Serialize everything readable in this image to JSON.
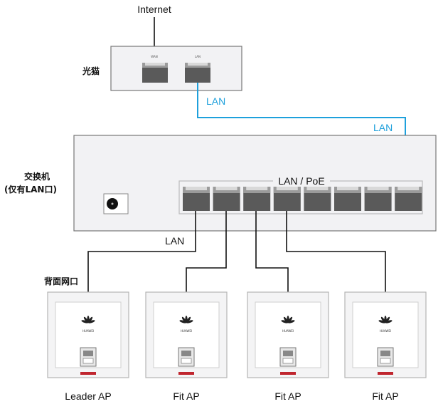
{
  "internet_label": "Internet",
  "modem": {
    "label": "光猫",
    "wan_port_label": "WAN",
    "lan_port_label": "LAN"
  },
  "links": {
    "modem_lan_label": "LAN",
    "switch_uplink_label": "LAN",
    "leader_link_label": "LAN"
  },
  "switch": {
    "label_line1": "交换机",
    "label_line2": "(仅有LAN口)",
    "port_group_label": "LAN / PoE",
    "port_count": 8
  },
  "ap_back_label": "背面网口",
  "aps": [
    {
      "label": "Leader AP",
      "brand": "HUAWEI"
    },
    {
      "label": "Fit AP",
      "brand": "HUAWEI"
    },
    {
      "label": "Fit AP",
      "brand": "HUAWEI"
    },
    {
      "label": "Fit AP",
      "brand": "HUAWEI"
    }
  ],
  "colors": {
    "lan_cable": "#1ea0dc",
    "ethernet_cable": "#111111",
    "device_fill": "#f2f2f4",
    "port_fill": "#5a5a5a",
    "ap_accent": "#c0262f"
  }
}
